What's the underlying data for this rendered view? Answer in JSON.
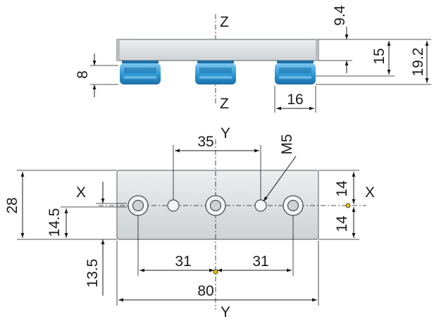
{
  "colors": {
    "plate_fill": "#dcdedf",
    "plate_edge": "#6f7478",
    "roller_fill": "#2f9ad6",
    "roller_dark": "#1b6fa8",
    "roller_light": "#7cc6ee",
    "line": "#1a1a1a",
    "accent_yellow": "#e8c400"
  },
  "labels": {
    "axis_z_top": "Z",
    "axis_z_bottom": "Z",
    "axis_y_top": "Y",
    "axis_y_bottom": "Y",
    "axis_x_left": "X",
    "axis_x_right": "X",
    "thread": "M5"
  },
  "dimensions": {
    "plate_thickness": "9.4",
    "roller_offset": "15",
    "total_height": "19.2",
    "roller_height": "8",
    "roller_width": "16",
    "hole_spacing_small": "35",
    "plate_height": "28",
    "center_to_edge_a": "14.5",
    "center_to_edge_b": "13.5",
    "half_height_top": "14",
    "half_height_bottom": "14",
    "hole_spacing_left": "31",
    "hole_spacing_right": "31",
    "plate_length": "80"
  }
}
